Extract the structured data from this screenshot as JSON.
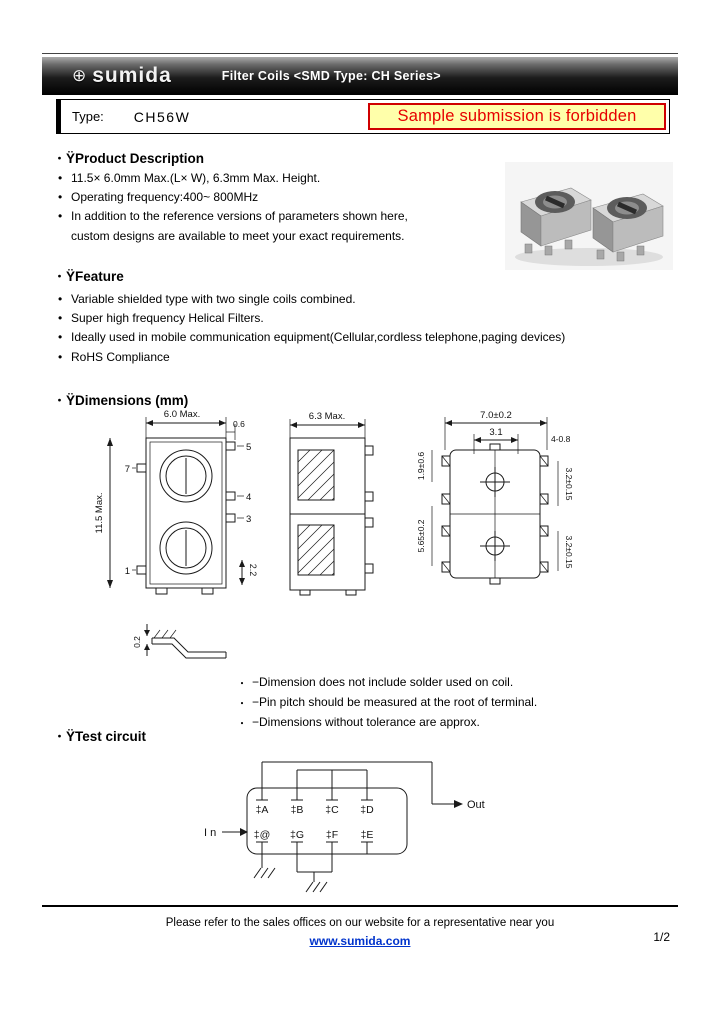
{
  "glyphs": {
    "heading_marker": "・",
    "bullet": "•"
  },
  "header": {
    "logo_icon": "⊕",
    "logo_text": "sumida",
    "title": "Filter Coils <SMD Type: CH Series>"
  },
  "type_box": {
    "label": "Type:",
    "value": "CH56W",
    "banner": "Sample submission is forbidden"
  },
  "product_description": {
    "heading": "ŸProduct Description",
    "items": [
      "11.5×  6.0mm Max.(L×  W), 6.3mm Max. Height.",
      "Operating frequency:400~ 800MHz",
      "In addition to the reference versions of parameters shown here,",
      "custom designs are available to meet your exact requirements."
    ]
  },
  "feature": {
    "heading": "ŸFeature",
    "items": [
      "Variable shielded type with two single coils combined.",
      "Super high frequency Helical Filters.",
      "Ideally used in mobile communication equipment(Cellular,cordless telephone,paging devices)",
      "RoHS Compliance"
    ]
  },
  "dimensions": {
    "heading": "ŸDimensions (mm)",
    "front_view": {
      "width": "6.0 Max.",
      "pin_offset": "0.6",
      "height": "11.5 Max.",
      "pin_pitch": "2.2",
      "pin_top_right": "5",
      "pin_left": "7",
      "pin_right_mid": "4",
      "pin_right_low": "3",
      "pin_bottom_left": "1"
    },
    "side_view": {
      "depth": "6.3 Max."
    },
    "bottom_view": {
      "overall_width": "7.0±0.2",
      "inner_width": "3.1",
      "edge_left_top": "1.9±0.6",
      "pad_width": "4-0.8",
      "pitch_right_top": "3.2±0.15",
      "body_left": "5.65±0.2",
      "pitch_right_bottom": "3.2±0.15"
    },
    "terminal_detail": {
      "thickness": "0.2"
    },
    "notes": [
      "−Dimension does not include solder used on coil.",
      "−Pin pitch should be measured at the root of terminal.",
      "−Dimensions without tolerance are approx."
    ]
  },
  "test_circuit": {
    "heading": "ŸTest circuit",
    "pins_top": [
      "‡A",
      "‡B",
      "‡C",
      "‡D"
    ],
    "pins_bottom": [
      "‡@",
      "‡G",
      "‡F",
      "‡E"
    ],
    "input_label": "I n",
    "output_label": "Out"
  },
  "footer": {
    "note": "Please refer to the sales offices on our website for a representative near you",
    "link": "www.sumida.com",
    "page": "1/2"
  },
  "colors": {
    "banner_text": "#e60000",
    "banner_bg": "#ffffaa",
    "banner_border": "#cf0000",
    "link": "#0033cc"
  }
}
